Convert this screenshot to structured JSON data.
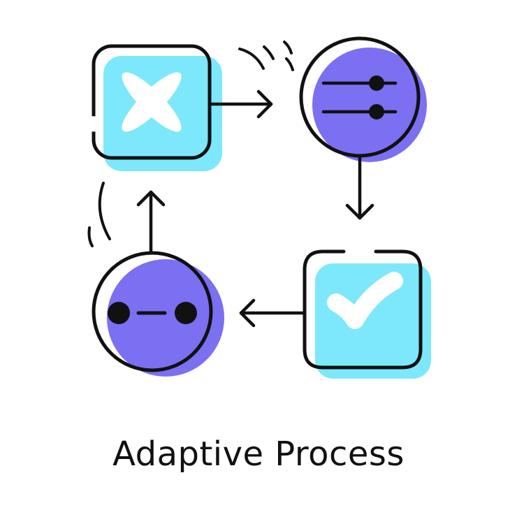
{
  "caption": "Adaptive Process",
  "colors": {
    "cyan": "#7de8fb",
    "purple": "#7b6ff2",
    "ink": "#111111",
    "white": "#ffffff"
  },
  "nodes": [
    {
      "id": "reject",
      "shape": "rounded-square",
      "icon": "x-mark-icon",
      "fill": "cyan"
    },
    {
      "id": "settings",
      "shape": "circle",
      "icon": "sliders-icon",
      "fill": "purple"
    },
    {
      "id": "approve",
      "shape": "rounded-square",
      "icon": "checkmark-icon",
      "fill": "cyan"
    },
    {
      "id": "pending",
      "shape": "circle",
      "icon": "dots-dash-icon",
      "fill": "purple"
    }
  ],
  "flow": [
    "reject",
    "settings",
    "approve",
    "pending",
    "reject"
  ]
}
